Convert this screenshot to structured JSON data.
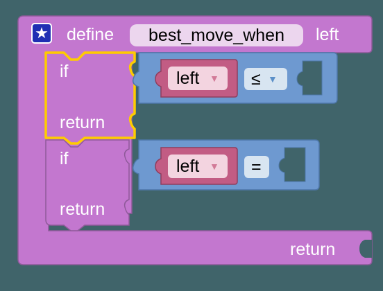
{
  "block": {
    "define_label": "define",
    "function_name": "best_move_when",
    "param_label": "left",
    "star_icon": "star-icon",
    "final_return_label": "return"
  },
  "clause1": {
    "if_label": "if",
    "return_label": "return",
    "variable": "left",
    "operator": "≤"
  },
  "clause2": {
    "if_label": "if",
    "return_label": "return",
    "variable": "left",
    "operator": "="
  },
  "colors": {
    "background": "#40646a",
    "procedure": "#c377cf",
    "logic": "#6e99d0",
    "variable": "#c25c84",
    "selection": "#ffcc00"
  }
}
